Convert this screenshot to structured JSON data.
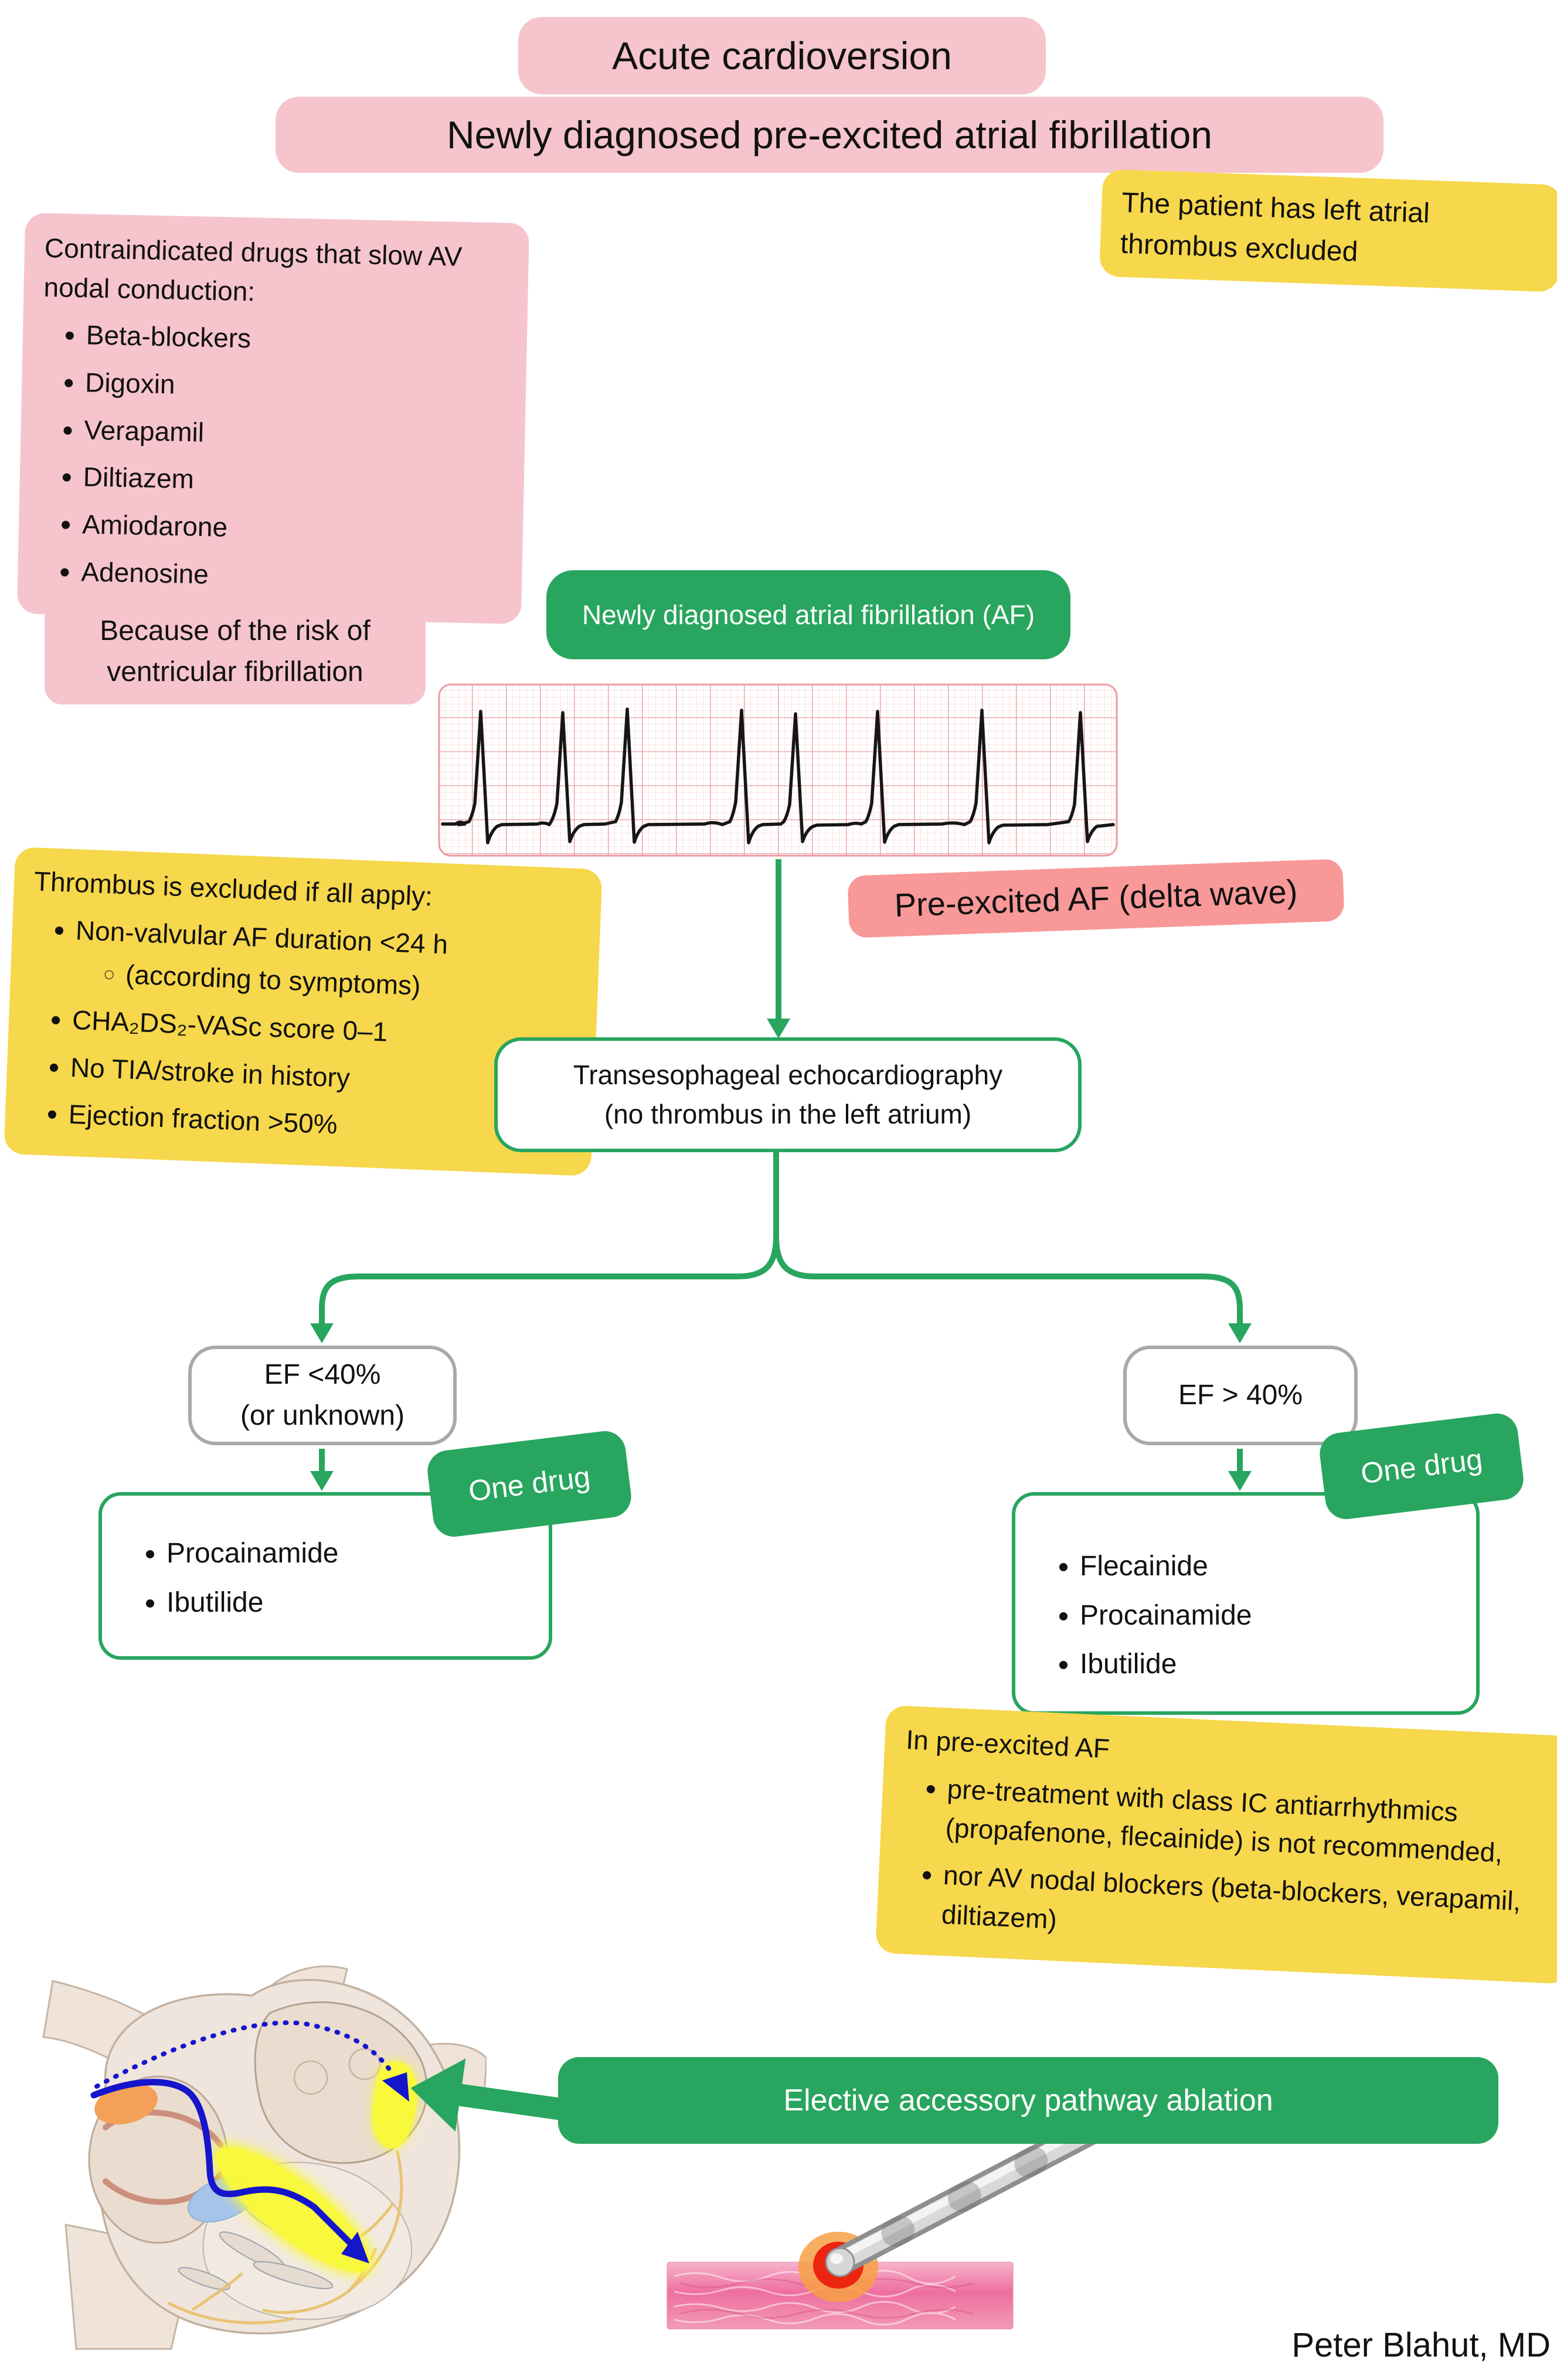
{
  "colors": {
    "green": "#28a55e",
    "pink_light": "#f6c4cd",
    "salmon": "#f89898",
    "yellow": "#f7d74b",
    "conduction_blue": "#1515cc",
    "grey_border": "#a9a9a9"
  },
  "titles": {
    "line1": "Acute cardioversion",
    "line2": "Newly diagnosed pre-excited atrial fibrillation"
  },
  "notes": {
    "thrombus_excluded": "The patient has left atrial thrombus excluded",
    "contraindicated": {
      "heading": "Contraindicated drugs that slow AV nodal conduction:",
      "items": [
        "Beta-blockers",
        "Digoxin",
        "Verapamil",
        "Diltiazem",
        "Amiodarone",
        "Adenosine"
      ]
    },
    "vf_risk": "Because of the risk of ventricular fibrillation",
    "thrombus_criteria": {
      "heading": "Thrombus is excluded if all apply:",
      "items": [
        {
          "text": "Non-valvular AF duration <24 h",
          "sub": "(according to symptoms)"
        },
        {
          "text": "CHA₂DS₂-VASc score 0–1"
        },
        {
          "text": "No TIA/stroke in history"
        },
        {
          "text": "Ejection fraction >50%"
        }
      ]
    },
    "pre_excited_warning": {
      "heading": "In pre-excited AF",
      "items": [
        "pre-treatment with class IC antiarrhythmics (propafenone, flecainide) is not recommended,",
        "nor AV nodal blockers (beta-blockers, verapamil, diltiazem)"
      ]
    }
  },
  "flow": {
    "start": "Newly diagnosed atrial fibrillation (AF)",
    "ecg_label": "Pre-excited AF (delta wave)",
    "tee": {
      "line1": "Transesophageal echocardiography",
      "line2": "(no thrombus in the left atrium)"
    },
    "ef_low": {
      "line1": "EF <40%",
      "line2": "(or unknown)"
    },
    "ef_high": "EF > 40%",
    "one_drug": "One drug",
    "drugs_low": [
      "Procainamide",
      "Ibutilide"
    ],
    "drugs_high": [
      "Flecainide",
      "Procainamide",
      "Ibutilide"
    ],
    "ablation": "Elective accessory pathway ablation"
  },
  "credit": "Peter Blahut, MD"
}
